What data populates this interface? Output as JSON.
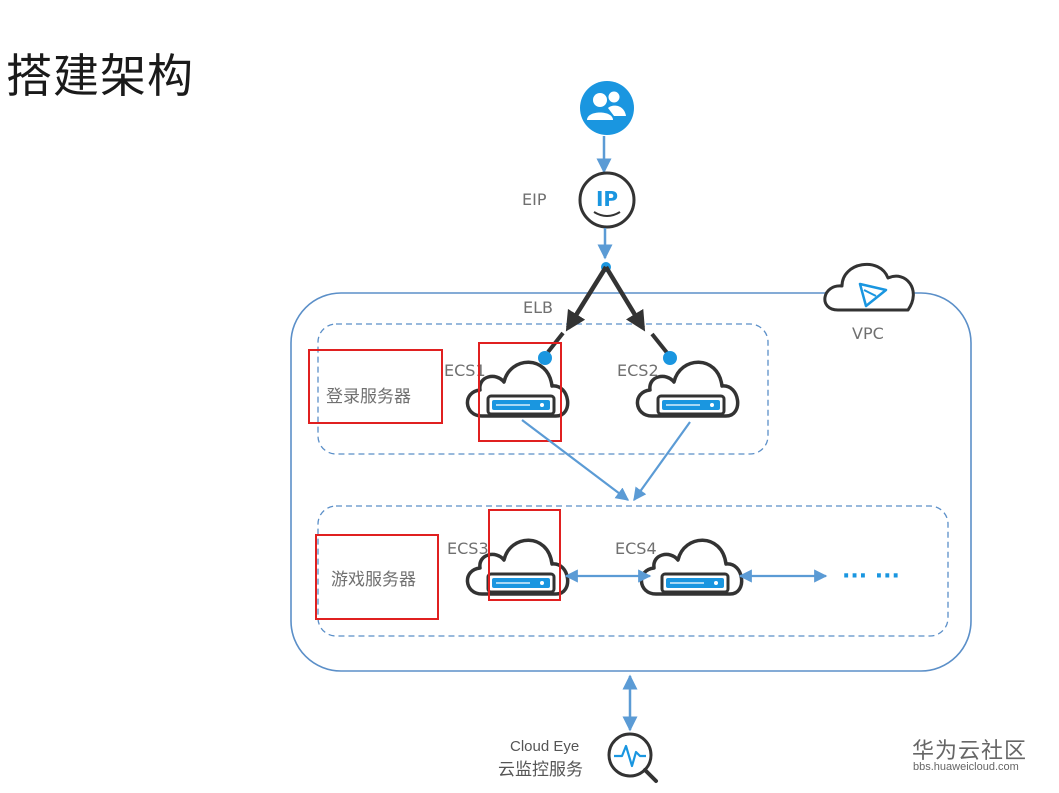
{
  "page": {
    "title": "搭建架构"
  },
  "diagram": {
    "eip_label": "EIP",
    "ip_icon_text": "IP",
    "elb_label": "ELB",
    "vpc_label": "VPC",
    "login_group_label": "登录服务器",
    "game_group_label": "游戏服务器",
    "ecs1_label": "ECS1",
    "ecs2_label": "ECS2",
    "ecs3_label": "ECS3",
    "ecs4_label": "ECS4",
    "more_label": "··· ···",
    "cloudeye_label": "Cloud Eye",
    "cloudeye_cn_label": "云监控服务"
  },
  "watermark": {
    "main": "华为云社区",
    "sub": "bbs.huaweicloud.com"
  },
  "colors": {
    "accent_blue": "#1a96e0",
    "line_blue": "#5b9bd5",
    "dark_arrow": "#333333",
    "highlight_red": "#e02020"
  }
}
